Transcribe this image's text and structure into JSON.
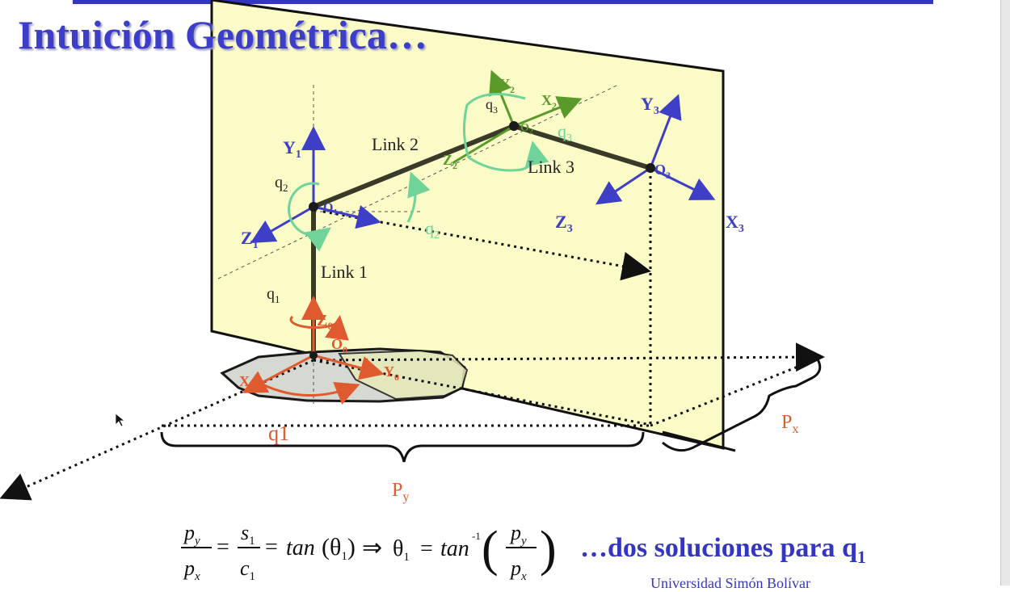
{
  "slide": {
    "title": "Intuición Geométrica…",
    "conclusion": "…dos soluciones para q",
    "conclusion_sub": "1",
    "footer": "Universidad Simón Bolívar"
  },
  "labels": {
    "Y1": "Y",
    "Y1_sub": "1",
    "Z1": "Z",
    "Z1_sub": "1",
    "q2_left": "q",
    "q2_left_sub": "2",
    "q2_right": "q",
    "q2_right_sub": "2",
    "link1": "Link 1",
    "link2": "Link 2",
    "link3": "Link 3",
    "q1": "q",
    "q1_sub": "1",
    "Z0": "Z",
    "Z0_sub": "0",
    "O0": "O",
    "O0_sub": "0",
    "X0": "X",
    "X0_sub": "0",
    "Y0": "Y",
    "Y0_sub": "0",
    "Y2": "Y",
    "Y2_sub": "2",
    "X2": "X",
    "X2_sub": "2",
    "Z2": "Z",
    "Z2_sub": "2",
    "q3_a": "q",
    "q3_a_sub": "3",
    "q3_b": "q",
    "q3_b_sub": "3",
    "O2": "O",
    "O2_sub": "2",
    "Y3": "Y",
    "Y3_sub": "3",
    "O3": "O",
    "O3_sub": "3",
    "Z3": "Z",
    "Z3_sub": "3",
    "X3": "X",
    "X3_sub": "3",
    "O1": "O",
    "O1_sub": "1",
    "q1_floor": "q1",
    "Px": "P",
    "Px_sub": "x",
    "Py": "P",
    "Py_sub": "y"
  },
  "equation": {
    "py": "p",
    "py_sub": "y",
    "px": "p",
    "px_sub": "x",
    "s1": "s",
    "s1_sub": "1",
    "c1": "c",
    "c1_sub": "1",
    "eq1": "=",
    "eq2": "=",
    "tan": "tan",
    "theta_arg": "(θ",
    "theta_arg_sub": "1",
    "close_paren": ")",
    "implies": "⇒",
    "theta": "θ",
    "theta_sub": "1",
    "eq3": "=",
    "tan2": "tan",
    "inv": "-1",
    "paren_open": "(",
    "paren_close": ")",
    "py2": "p",
    "py2_sub": "y",
    "px2": "p",
    "px2_sub": "x"
  },
  "colors": {
    "title": "#3c3ec8",
    "axis_blue": "#3e3ec6",
    "q_red": "#e05a30",
    "q_green": "#6fd39a",
    "link": "#3a3a28",
    "plane_fill": "#fbfbc8",
    "green_frame": "#5a9a2a"
  }
}
